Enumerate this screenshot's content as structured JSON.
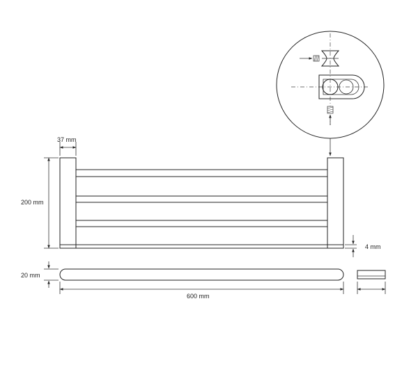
{
  "drawing": {
    "dimensions": {
      "bar_width": "37 mm",
      "height": "200 mm",
      "plate_thickness": "4 mm",
      "bar_thickness": "20 mm",
      "length": "600 mm"
    },
    "colors": {
      "line": "#222222",
      "background": "#ffffff"
    }
  }
}
